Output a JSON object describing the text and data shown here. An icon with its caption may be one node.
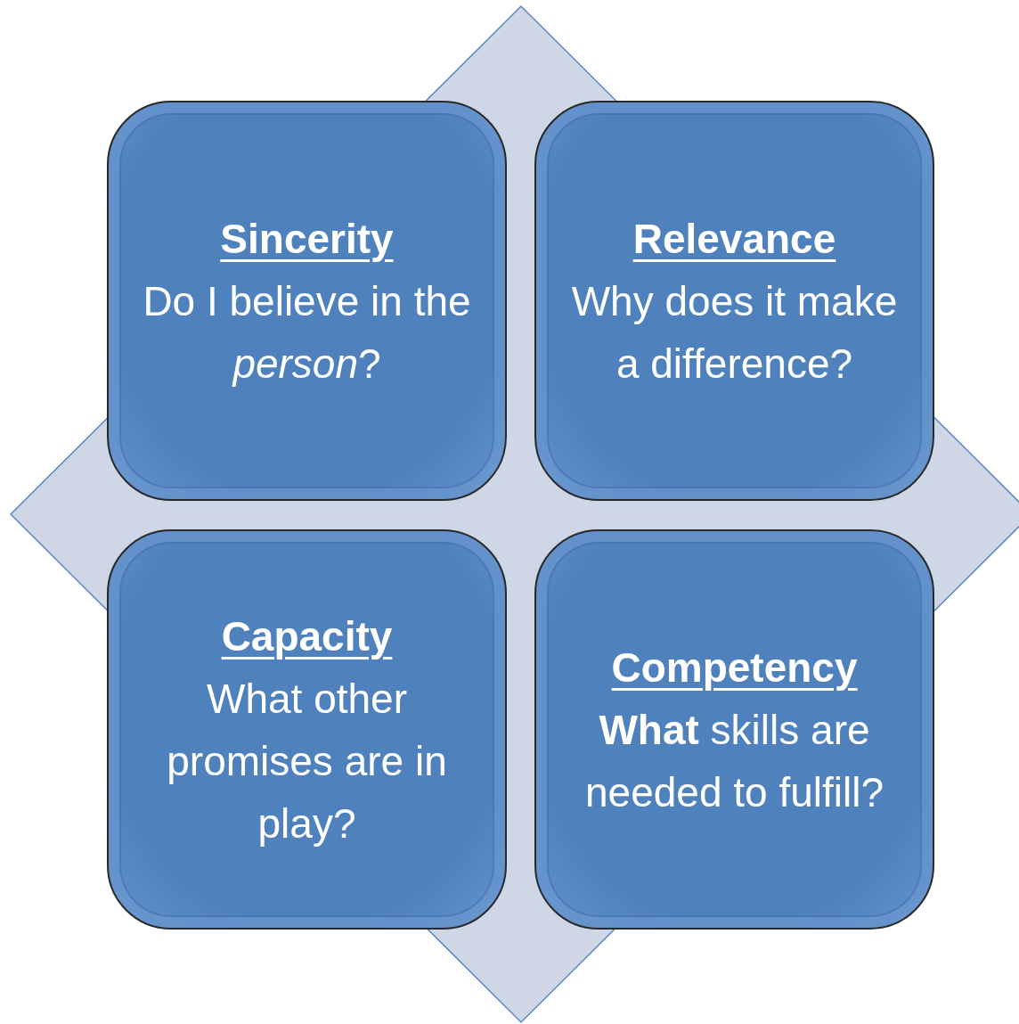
{
  "diagram": {
    "nodes": [
      {
        "text": [
          "Sincerity",
          "Do I believe in the *person*?"
        ]
      },
      {
        "text": [
          "Relevance",
          "Why does it make a difference?"
        ]
      },
      {
        "text": [
          "Capacity",
          "What other promises are in play?"
        ]
      },
      {
        "text": [
          "Competency",
          "**What** skills are needed to fulfill?"
        ]
      }
    ]
  }
}
